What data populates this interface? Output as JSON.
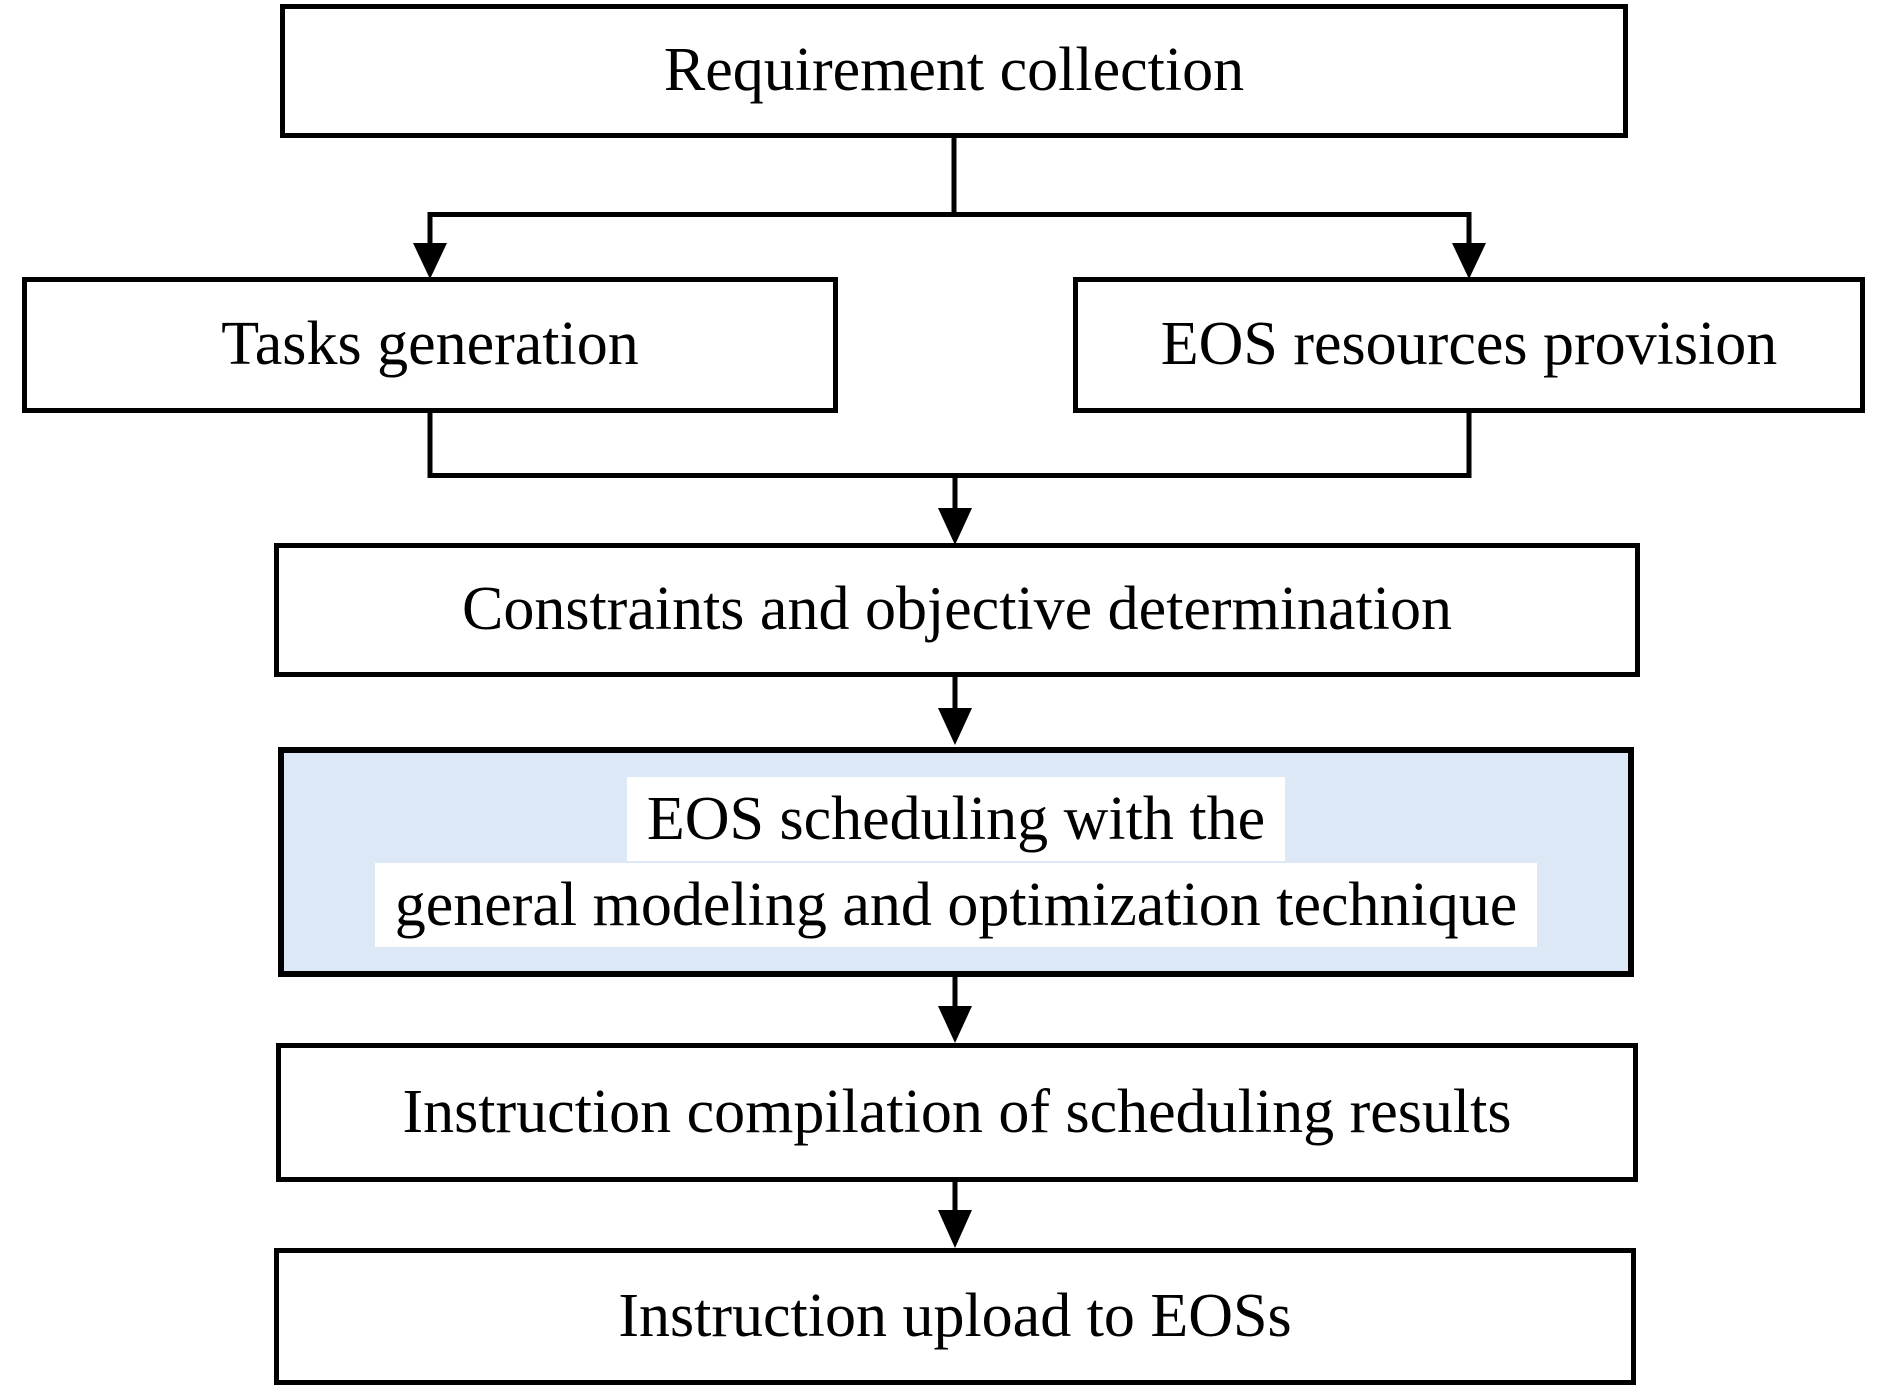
{
  "diagram": {
    "nodes": {
      "requirement": {
        "label": "Requirement collection"
      },
      "tasks": {
        "label": "Tasks generation"
      },
      "resources": {
        "label": "EOS resources provision"
      },
      "constraints": {
        "label": "Constraints and objective determination"
      },
      "scheduling": {
        "label_line1": "EOS scheduling with the",
        "label_line2": "general modeling and optimization technique"
      },
      "compilation": {
        "label": "Instruction compilation of scheduling results"
      },
      "upload": {
        "label": "Instruction upload to EOSs"
      }
    },
    "colors": {
      "box_border": "#000000",
      "box_fill": "#ffffff",
      "highlight_box_fill": "#dce8f5",
      "text_highlight_bg": "#ffffff",
      "connector": "#000000",
      "text": "#000000"
    }
  }
}
